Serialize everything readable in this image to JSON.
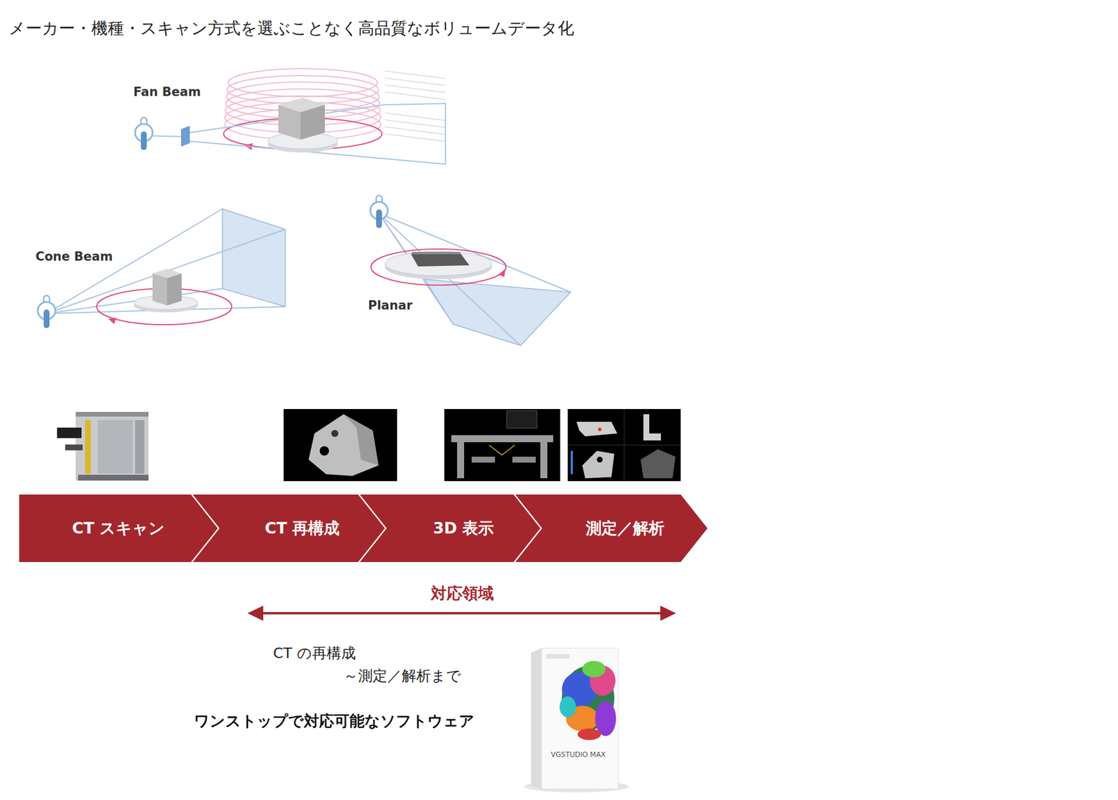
{
  "diagram": {
    "title": "メーカー・機種・スキャン方式を選ぶことなく高品質なボリュームデータ化",
    "nodes": [
      {
        "text": [
          "CT スキャン"
        ]
      },
      {
        "text": [
          "CT 再構成"
        ]
      },
      {
        "text": [
          "3D 表示"
        ]
      },
      {
        "text": [
          "測定／解析"
        ]
      }
    ],
    "labels": [
      "Fan Beam",
      "Cone Beam",
      "Planar",
      "対応領域",
      "CT の再構成",
      "～測定／解析まで",
      "ワンストップで対応可能なソフトウェア",
      "VGSTUDIO MAX"
    ]
  }
}
